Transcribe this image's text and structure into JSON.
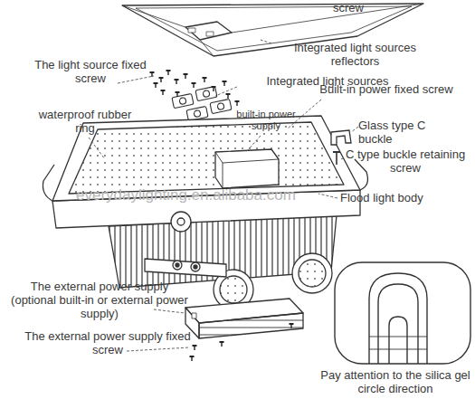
{
  "diagram": {
    "labels": [
      "screw",
      "Integrated light sources reflectors",
      "The light source fixed screw",
      "Integrated light sources",
      "Built-in power fixed screw",
      "waterproof rubber ring",
      "built-in power supply",
      "Glass type C buckle",
      "C type buckle retaining screw",
      "everydaylighting.en.alibaba.com",
      "Flood light body",
      "The external power supply (optional built-in or external power supply)",
      "The external power supply fixed screw",
      "Pay attention to the silica gel circle direction"
    ]
  }
}
